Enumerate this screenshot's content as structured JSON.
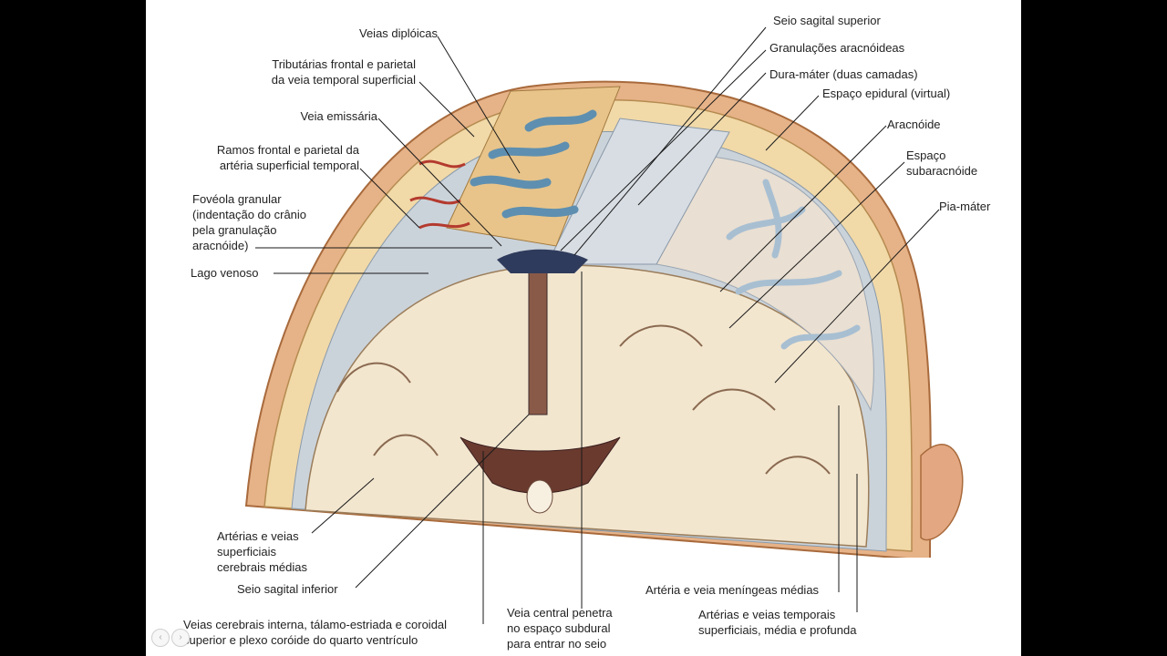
{
  "labels": {
    "veias_diploicas": "Veias diplóicas",
    "tributarias": "Tributárias frontal e parietal\nda veia temporal superficial",
    "veia_emissaria": "Veia emissária",
    "ramos": "Ramos frontal e parietal da\nartéria superficial temporal",
    "foveola": "Fovéola granular\n(indentação do crânio\npela granulação\naracnóide)",
    "lago_venoso": "Lago venoso",
    "arterias_veias_cerebrais": "Artérias e veias\nsuperficiais\ncerebrais médias",
    "seio_sagital_inferior": "Seio sagital inferior",
    "veias_cerebrais_interna": "Veias cerebrais interna, tálamo-estriada e coroidal\nsuperior e plexo coróide do quarto ventrículo",
    "veia_central": "Veia central penetra\nno espaço subdural\npara entrar no seio",
    "seio_sagital_superior": "Seio sagital superior",
    "granulacoes": "Granulações aracnóideas",
    "dura_mater": "Dura-máter (duas camadas)",
    "espaco_epidural": "Espaço epidural (virtual)",
    "aracnoide": "Aracnóide",
    "espaco_subaracnoide": "Espaço\nsubaracnóide",
    "pia_mater": "Pia-máter",
    "arteria_meningeas": "Artéria e veia meníngeas médias",
    "arterias_temporais": "Artérias e veias temporais\nsuperficiais, média e profunda"
  },
  "nav": {
    "prev_icon": "‹",
    "next_icon": "›"
  },
  "colors": {
    "frame": "#000000",
    "bone": "#f0d9ac",
    "scalp": "#e8b48a",
    "dura": "#c9d2da",
    "vein": "#5e8fb0",
    "artery": "#b43a2e",
    "brain": "#f2e4cc",
    "sinus": "#2f3b5c"
  }
}
